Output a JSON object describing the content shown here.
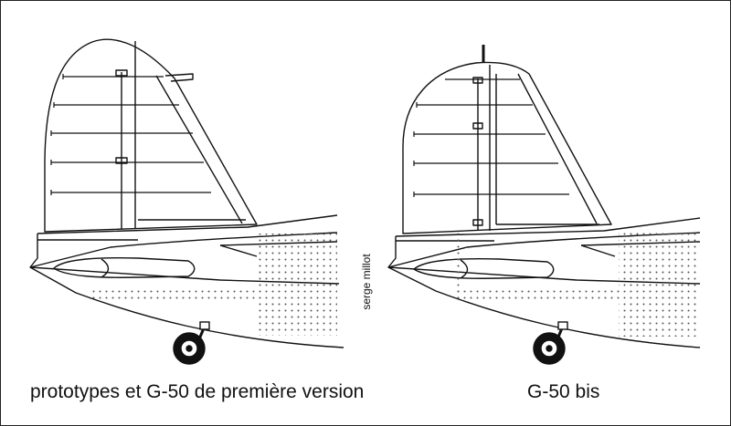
{
  "captions": {
    "left": "prototypes et G-50 de première version",
    "right": "G-50 bis"
  },
  "credit": "serge millot",
  "colors": {
    "line": "#111111",
    "rivet": "#555555",
    "background": "#ffffff"
  }
}
